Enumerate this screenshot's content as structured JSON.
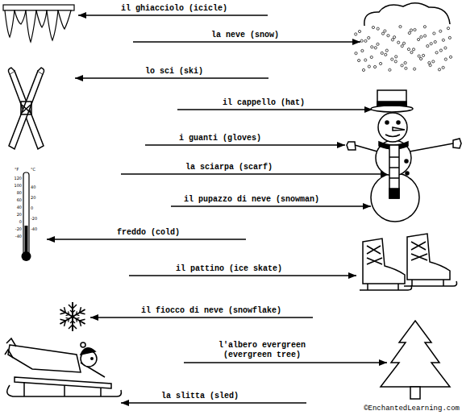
{
  "diagram": {
    "labels": [
      "il ghiacciolo (icicle)",
      "la neve (snow)",
      "lo sci (ski)",
      "il cappello (hat)",
      "i guanti (gloves)",
      "la sciarpa (scarf)",
      "il pupazzo di neve (snowman)",
      "freddo (cold)",
      "il pattino (ice skate)",
      "il fiocco di neve (snowflake)",
      "l'albero evergreen (evergreen tree)",
      "la slitta (sled)",
      "©EnchantedLearning.com",
      "°F",
      "°C",
      "120",
      "100",
      "80",
      "60",
      "40",
      "20",
      "0",
      "-20",
      "-40",
      "40",
      "20",
      "0",
      "-20",
      "-40"
    ]
  }
}
